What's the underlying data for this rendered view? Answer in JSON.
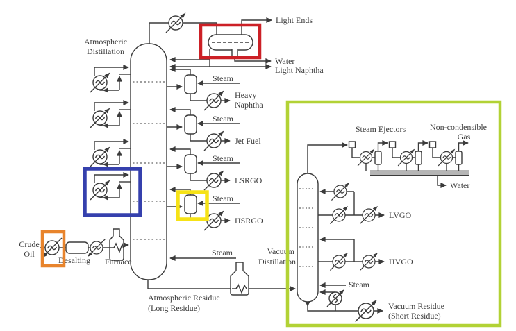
{
  "labels": {
    "atmospheric_distillation": [
      "Atmospheric",
      "Distillation"
    ],
    "light_ends": "Light Ends",
    "water": "Water",
    "light_naphtha": "Light Naphtha",
    "steam": "Steam",
    "heavy_naphtha": [
      "Heavy",
      "Naphtha"
    ],
    "jet_fuel": "Jet Fuel",
    "lsrgo": "LSRGO",
    "hsrgo": "HSRGO",
    "crude_oil": [
      "Crude",
      "Oil"
    ],
    "desalting": "Desalting",
    "furnace": "Furnace",
    "atmospheric_residue": [
      "Atmospheric Residue",
      "(Long Residue)"
    ],
    "steam_ejectors": "Steam Ejectors",
    "non_condensible_gas": [
      "Non-condensible",
      "Gas"
    ],
    "vacuum_distillation": [
      "Vacuum",
      "Distillation"
    ],
    "lvgo": "LVGO",
    "hvgo": "HVGO",
    "vacuum_residue": [
      "Vacuum Residue",
      "(Short Residue)"
    ]
  },
  "highlights": {
    "red_box": "#cc2026",
    "blue_box": "#3540ad",
    "yellow_box": "#f6e216",
    "orange_box": "#e8842c",
    "green_box": "#b2d235"
  },
  "line_color": "#3b3b3b",
  "text_color": "#3c3c3c"
}
